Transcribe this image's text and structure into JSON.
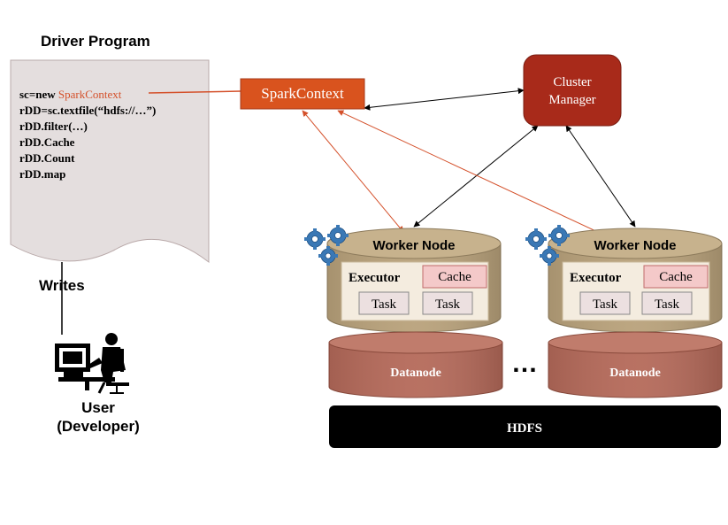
{
  "driver": {
    "title": "Driver Program",
    "code_line1_prefix": "sc=new ",
    "code_line1_highlight": "SparkContext",
    "code_lines": [
      "rDD=sc.textfile(“hdfs://…”)",
      "rDD.filter(…)",
      "rDD.Cache",
      "rDD.Count",
      "rDD.map"
    ]
  },
  "writes_label": "Writes",
  "user": {
    "line1": "User",
    "line2": "(Developer)"
  },
  "spark_context": {
    "label": "SparkContext"
  },
  "cluster_manager": {
    "line1": "Cluster",
    "line2": "Manager"
  },
  "workers": [
    {
      "title": "Worker Node",
      "executor": "Executor",
      "cache": "Cache",
      "task1": "Task",
      "task2": "Task"
    },
    {
      "title": "Worker Node",
      "executor": "Executor",
      "cache": "Cache",
      "task1": "Task",
      "task2": "Task"
    }
  ],
  "datanodes": [
    "Datanode",
    "Datanode"
  ],
  "ellipsis": "…",
  "hdfs": "HDFS",
  "colors": {
    "spark_context_fill": "#d9531e",
    "cluster_manager_fill": "#a82a1a",
    "orange_arrow": "#d4502a",
    "worker_fill": "#b9a27b",
    "datanode_fill": "#b56a5a",
    "cache_fill": "#f4c9c9",
    "gear": "#3a78b5"
  }
}
